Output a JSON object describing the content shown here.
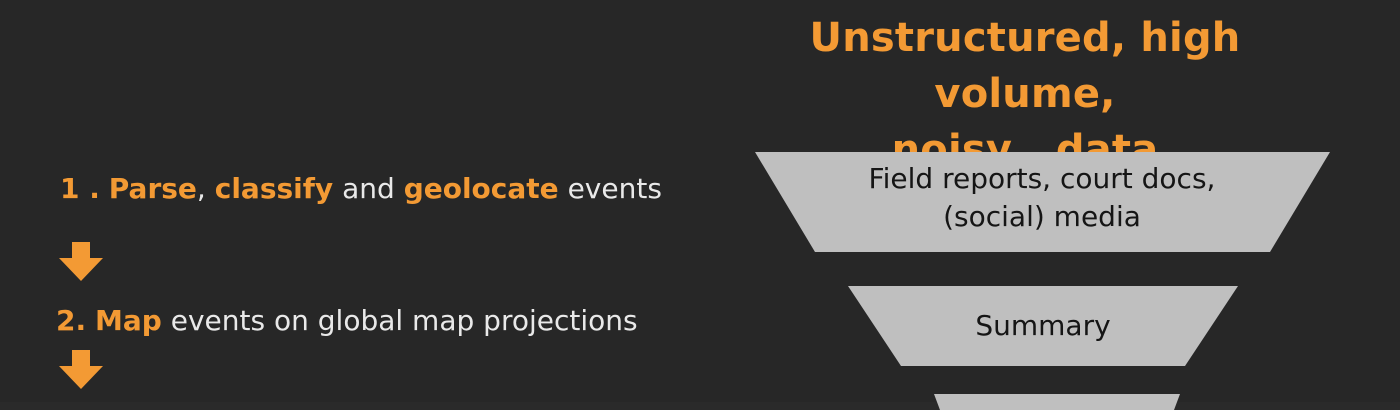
{
  "colors": {
    "background": "#272727",
    "accent": "#f39a34",
    "text": "#e9e9e9",
    "funnel": "#bfbfbf",
    "funnel_text": "#151515"
  },
  "title": {
    "line1": "Unstructured, high volume,",
    "line2": "noisy , data"
  },
  "steps": [
    {
      "number": "1 .",
      "term1": "Parse",
      "sep1": ",",
      "term2": "classify",
      "connector": "and",
      "term3": "geolocate",
      "tail": "events"
    },
    {
      "number": "2.",
      "term1": "Map",
      "tail": "events on global map projections"
    }
  ],
  "funnel": {
    "level1": {
      "line1": "Field reports, court docs,",
      "line2": "(social) media"
    },
    "level2": {
      "label": "Summary"
    }
  },
  "icons": {
    "arrow": "arrow-down-icon"
  }
}
